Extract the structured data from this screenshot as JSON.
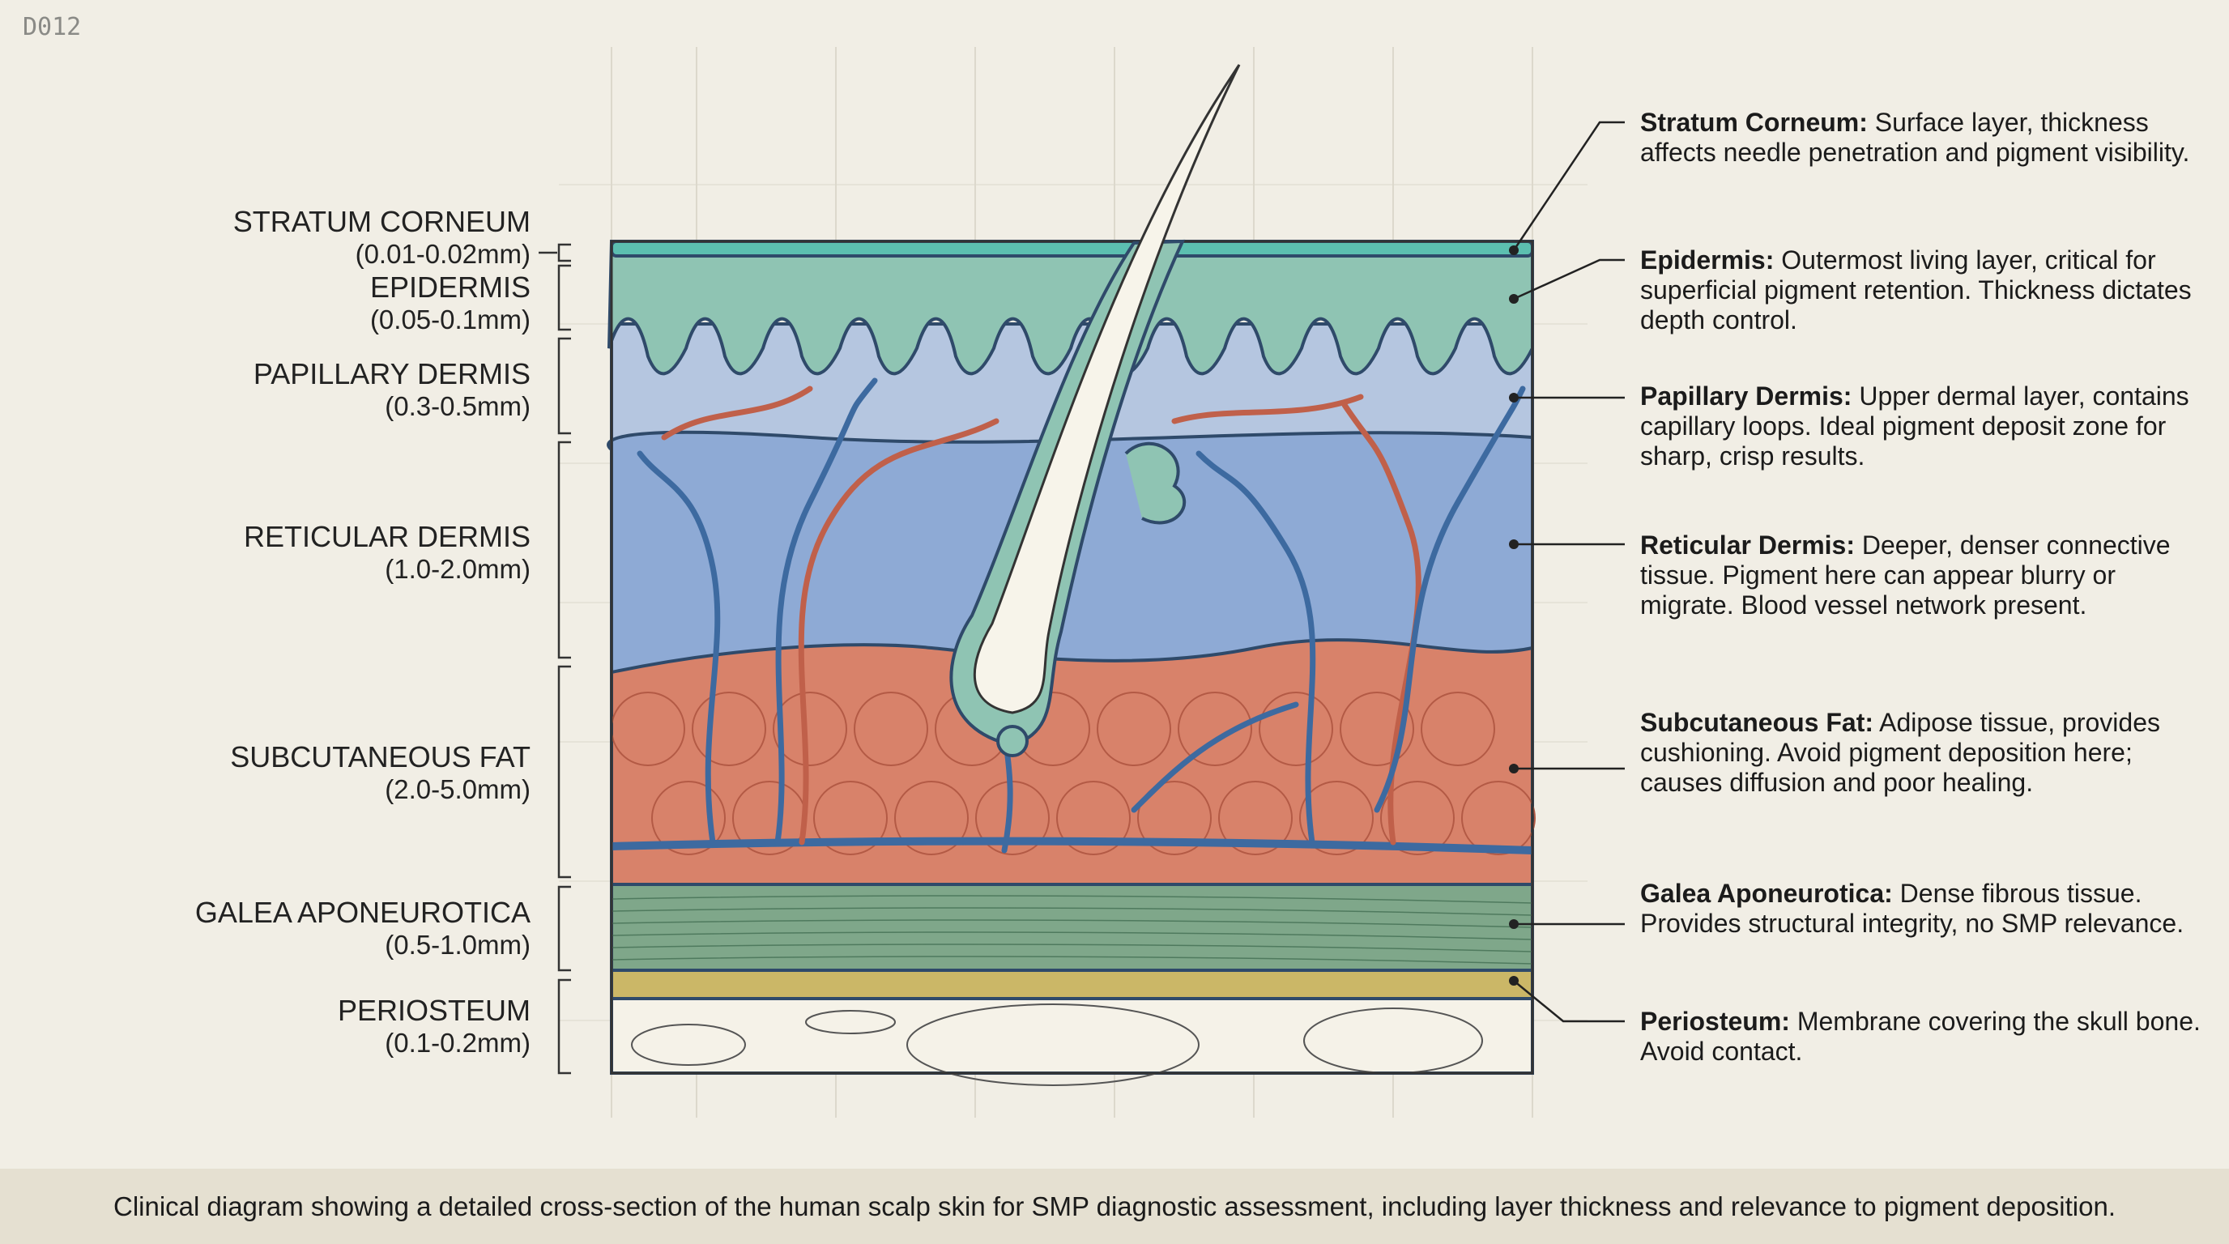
{
  "figure_id": "D012",
  "layers": [
    {
      "name": "STRATUM CORNEUM",
      "thickness": "(0.01-0.02mm)",
      "title": "Stratum Corneum:",
      "desc": " Surface layer, thickness affects needle penetration and pigment visibility.",
      "color": "#5cbfb0"
    },
    {
      "name": "EPIDERMIS",
      "thickness": "(0.05-0.1mm)",
      "title": "Epidermis:",
      "desc": " Outermost living layer, critical for superficial pigment retention. Thickness dictates depth control.",
      "color": "#8fc4b3"
    },
    {
      "name": "PAPILLARY DERMIS",
      "thickness": "(0.3-0.5mm)",
      "title": "Papillary Dermis:",
      "desc": " Upper dermal layer, contains capillary loops. Ideal pigment deposit zone for sharp, crisp results.",
      "color": "#b5c6e0"
    },
    {
      "name": "RETICULAR DERMIS",
      "thickness": "(1.0-2.0mm)",
      "title": "Reticular Dermis:",
      "desc": " Deeper, denser connective tissue. Pigment here can appear blurry or migrate. Blood vessel network present.",
      "color": "#8eaad5"
    },
    {
      "name": "SUBCUTANEOUS FAT",
      "thickness": "(2.0-5.0mm)",
      "title": "Subcutaneous Fat:",
      "desc": " Adipose tissue, provides cushioning. Avoid pigment deposition here; causes diffusion and poor healing.",
      "color": "#d8826a"
    },
    {
      "name": "GALEA APONEUROTICA",
      "thickness": "(0.5-1.0mm)",
      "title": "Galea Aponeurotica:",
      "desc": " Dense fibrous tissue. Provides structural integrity, no SMP relevance.",
      "color": "#7fa78a"
    },
    {
      "name": "PERIOSTEUM",
      "thickness": "(0.1-0.2mm)",
      "title": "Periosteum:",
      "desc": " Membrane covering the skull bone. Avoid contact.",
      "color": "#cbb767"
    }
  ],
  "caption": "Clinical diagram showing a detailed cross-section of the human scalp skin for SMP diagnostic assessment, including layer thickness and relevance to pigment deposition."
}
